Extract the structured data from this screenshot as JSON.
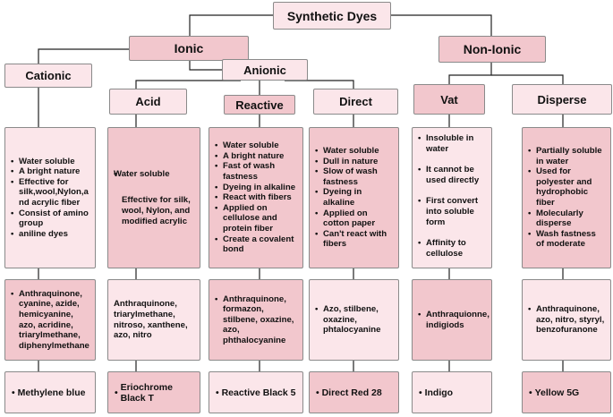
{
  "title": "Synthetic Dyes",
  "branches": {
    "ionic": "Ionic",
    "non_ionic": "Non-Ionic",
    "cationic": "Cationic",
    "anionic": "Anionic"
  },
  "classes": {
    "acid": "Acid",
    "reactive": "Reactive",
    "direct": "Direct",
    "vat": "Vat",
    "disperse": "Disperse"
  },
  "properties": {
    "cationic": [
      "Water soluble",
      "A bright nature",
      "Effective for silk,wool,Nylon,a nd acrylic fiber",
      "Consist of amino group",
      "aniline dyes"
    ],
    "acid": [
      "Water soluble",
      "Effective for silk, wool, Nylon, and modified acrylic"
    ],
    "reactive": [
      "Water soluble",
      "A bright nature",
      "Fast of wash fastness",
      "Dyeing in alkaline",
      "React with fibers",
      "Applied on cellulose and protein fiber",
      "Create a covalent bond"
    ],
    "direct": [
      "Water soluble",
      "Dull in nature",
      "Slow of wash fastness",
      "Dyeing in alkaline",
      "Applied on cotton paper",
      "Can't react with fibers"
    ],
    "vat": [
      "Insoluble in water",
      "It cannot be used directly",
      "First convert into soluble form",
      "Affinity to cellulose"
    ],
    "disperse": [
      "Partially soluble in water",
      "Used for polyester and hydrophobic fiber",
      "Molecularly disperse",
      "Wash fastness of moderate"
    ]
  },
  "structures": {
    "cationic": [
      "Anthraquinone, cyanine, azide, hemicyanine, azo, acridine, triarylmethane, diphenylmethane"
    ],
    "acid": "Anthraquinone, triarylmethane, nitroso, xanthene, azo, nitro",
    "reactive": [
      "Anthraquinone, formazon, stilbene, oxazine, azo, phthalocyanine"
    ],
    "direct": [
      "Azo, stilbene, oxazine, phtalocyanine"
    ],
    "vat": [
      "Anthraquionne, indigiods"
    ],
    "disperse": [
      "Anthraquinone, azo, nitro, styryl, benzofuranone"
    ]
  },
  "examples": {
    "cationic": "Methylene blue",
    "acid": "Eriochrome Black T",
    "reactive": "Reactive Black 5",
    "direct": "Direct Red 28",
    "vat": "Indigo",
    "disperse": "Yellow 5G"
  },
  "colors": {
    "light_fill": "#fbe6ea",
    "medium_fill": "#f2c7cd",
    "border": "#8a8a8a",
    "connector": "#222222"
  }
}
